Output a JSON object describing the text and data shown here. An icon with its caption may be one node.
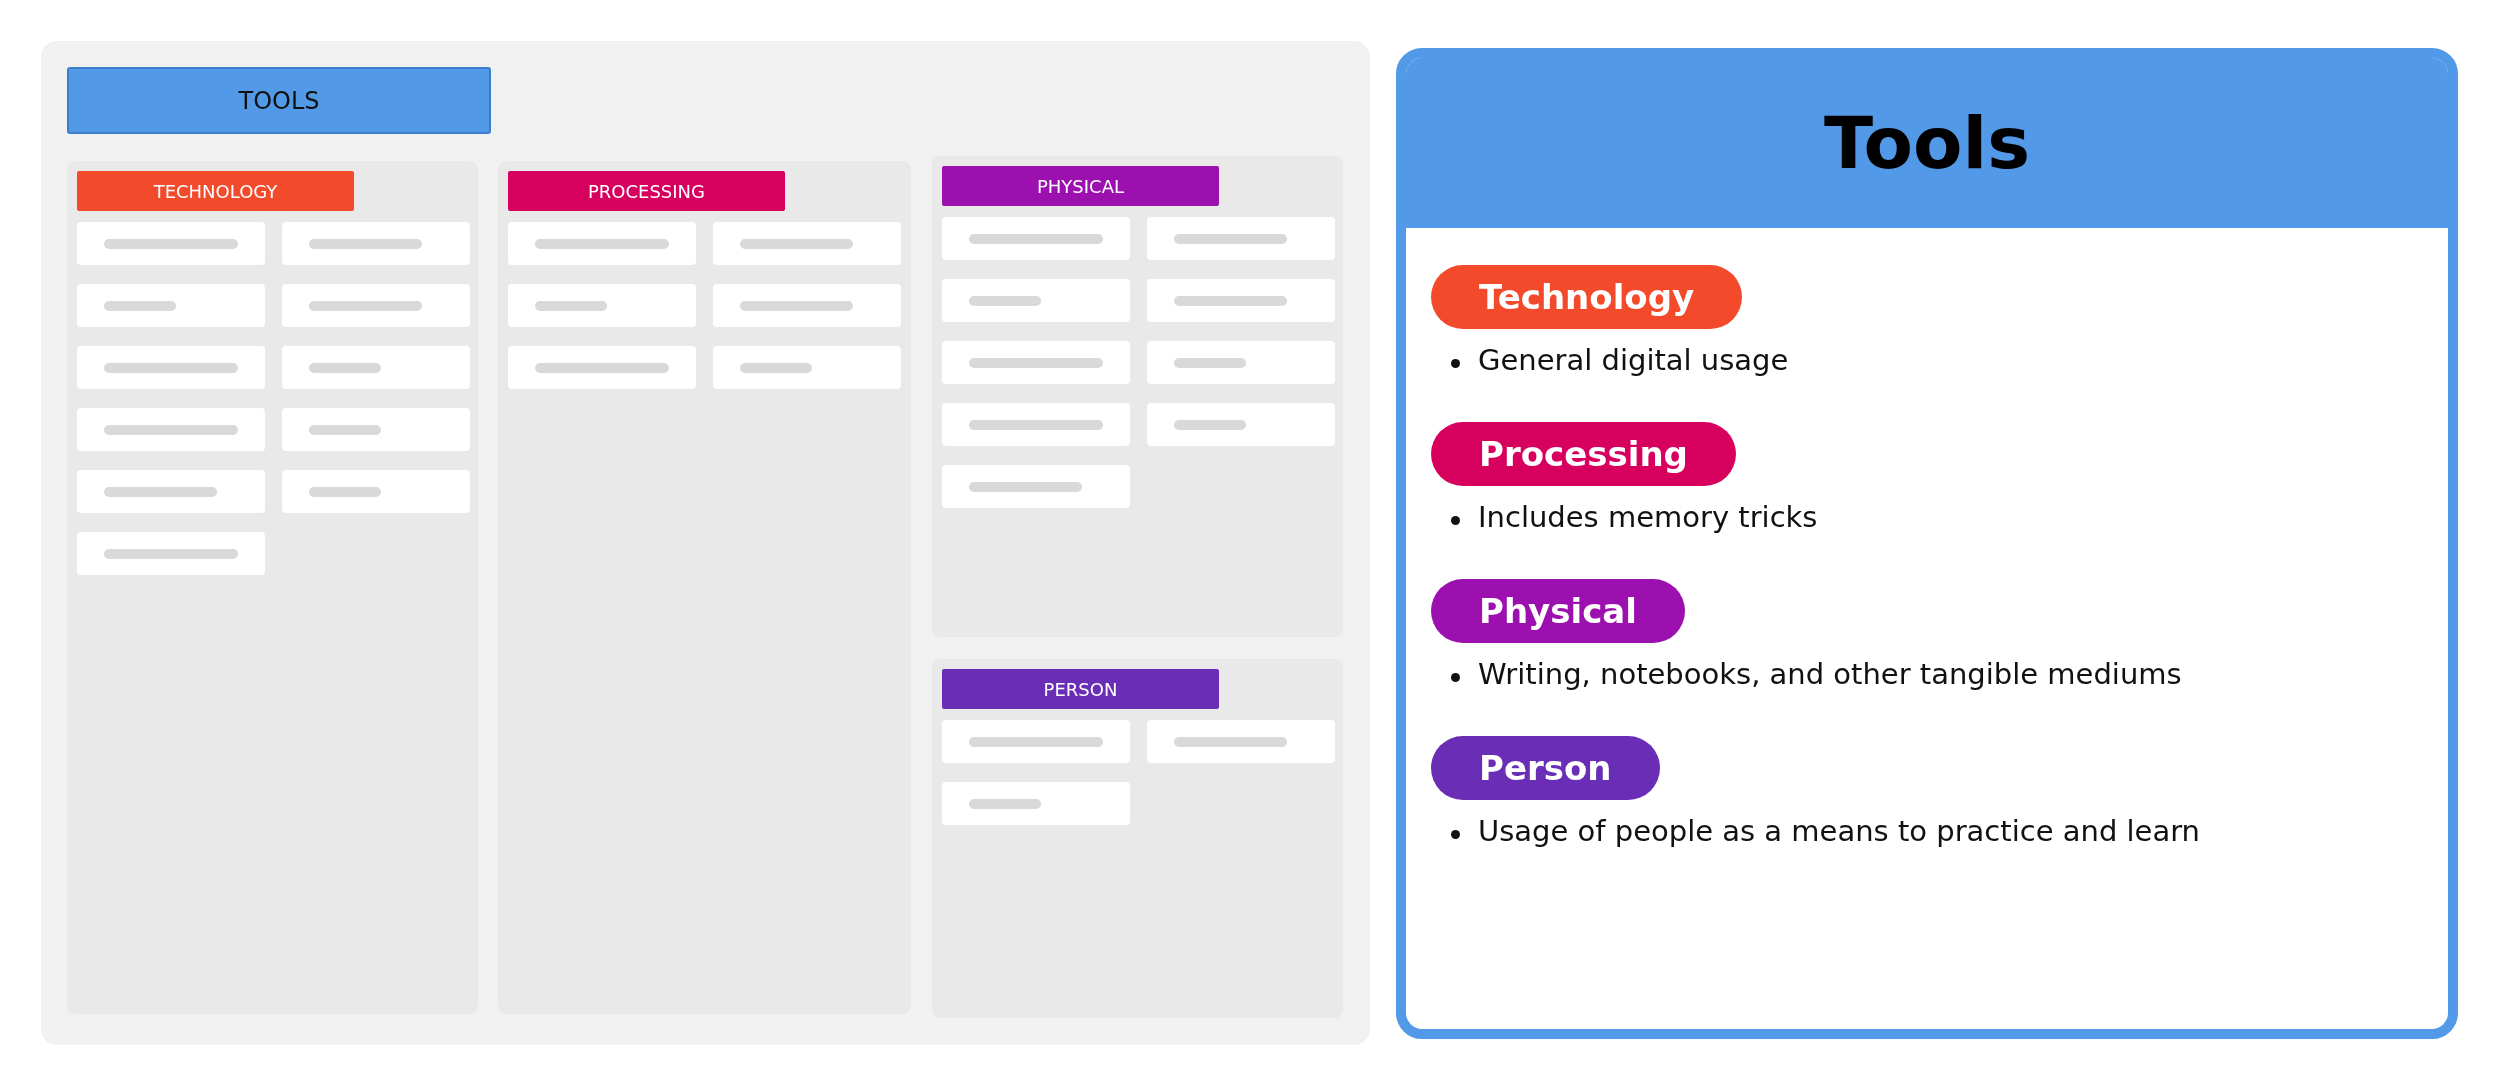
{
  "diagram": {
    "nodes": [
      {
        "text": [],
        "shape": "box"
      },
      {
        "text": [
          "TOOLS"
        ],
        "in": 0
      },
      {
        "text": [
          "TECHNOLOGY"
        ],
        "in": 0
      },
      {
        "text": [],
        "shape": "box",
        "in": 2
      },
      {
        "text": [],
        "shape": "box",
        "in": 2
      },
      {
        "text": [],
        "shape": "box",
        "in": 2
      },
      {
        "text": [],
        "shape": "box",
        "in": 2
      },
      {
        "text": [],
        "shape": "box",
        "in": 2
      },
      {
        "text": [],
        "shape": "box",
        "in": 2
      },
      {
        "text": [],
        "shape": "box",
        "in": 2
      },
      {
        "text": [],
        "shape": "box",
        "in": 2
      },
      {
        "text": [],
        "shape": "box",
        "in": 2
      },
      {
        "text": [],
        "shape": "box",
        "in": 2
      },
      {
        "text": [],
        "shape": "box",
        "in": 2
      },
      {
        "text": [
          "PROCESSING"
        ],
        "in": 0
      },
      {
        "text": [],
        "shape": "box",
        "in": 14
      },
      {
        "text": [],
        "shape": "box",
        "in": 14
      },
      {
        "text": [],
        "shape": "box",
        "in": 14
      },
      {
        "text": [],
        "shape": "box",
        "in": 14
      },
      {
        "text": [],
        "shape": "box",
        "in": 14
      },
      {
        "text": [],
        "shape": "box",
        "in": 14
      },
      {
        "text": [
          "PHYSICAL"
        ],
        "in": 0
      },
      {
        "text": [],
        "shape": "box",
        "in": 21
      },
      {
        "text": [],
        "shape": "box",
        "in": 21
      },
      {
        "text": [],
        "shape": "box",
        "in": 21
      },
      {
        "text": [],
        "shape": "box",
        "in": 21
      },
      {
        "text": [],
        "shape": "box",
        "in": 21
      },
      {
        "text": [],
        "shape": "box",
        "in": 21
      },
      {
        "text": [],
        "shape": "box",
        "in": 21
      },
      {
        "text": [],
        "shape": "box",
        "in": 21
      },
      {
        "text": [],
        "shape": "box",
        "in": 21
      },
      {
        "text": [
          "PERSON"
        ],
        "in": 0
      },
      {
        "text": [],
        "shape": "box",
        "in": 31
      },
      {
        "text": [],
        "shape": "box",
        "in": 31
      },
      {
        "text": [],
        "shape": "box",
        "in": 31
      },
      {
        "text": [
          "Tools"
        ]
      },
      {
        "text": [
          "Technology"
        ],
        "in": 35,
        "beside": [
          "General digital usage"
        ]
      },
      {
        "text": [
          "Processing"
        ],
        "in": 35,
        "beside": [
          "Includes memory tricks"
        ]
      },
      {
        "text": [
          "Physical"
        ],
        "in": 35,
        "beside": [
          "Writing, notebooks, and other tangible mediums"
        ]
      },
      {
        "text": [
          "Person"
        ],
        "in": 35,
        "beside": [
          "Usage of people as a means to practice and learn"
        ]
      }
    ],
    "edges": []
  }
}
